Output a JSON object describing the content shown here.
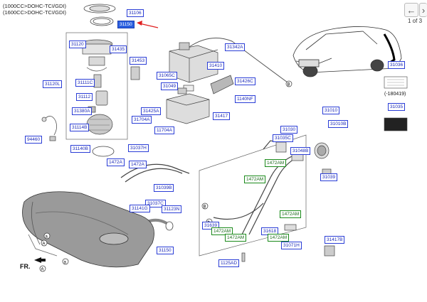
{
  "header": {
    "line1": "(1000CC>DOHC-TCI/GDI)",
    "line2": "(1600CC>DOHC-TCI/GDI)"
  },
  "nav": {
    "back_icon": "left-arrow-icon",
    "forward_icon": "right-arrow-icon",
    "page_indicator": "1 of 3"
  },
  "notes": {
    "date_code": "(-180419)"
  },
  "circle_labels": [
    "A",
    "A",
    "B",
    "B",
    "a",
    "a",
    "b"
  ],
  "fr_label": "FR.",
  "callouts": {
    "c31106": "31106",
    "c31150": "31150",
    "c31120": "31120",
    "c31435": "31435",
    "c31453": "31453",
    "c31065C": "31065C",
    "c31342A": "31342A",
    "c31410": "31410",
    "c31426C": "31426C",
    "c31049": "31049",
    "c1140NF": "1140NF",
    "c31425A": "31425A",
    "c31417": "31417",
    "c31120L": "31120L",
    "c31111C": "31111C",
    "c31112": "31112",
    "c31380A": "31380A",
    "c31114B": "31114B",
    "c94460": "94460",
    "c31704A": "31704A",
    "c1170A": "11704A",
    "c31140B": "31140B",
    "c31036": "31036",
    "c31035": "31035",
    "c31010": "31010",
    "c31010B": "31010B",
    "c31030": "31030",
    "c31035C": "31035C",
    "c31048B": "31048B",
    "c1472AM_1": "1472AM",
    "c1472AM_2": "1472AM",
    "c31037H": "31037H",
    "c1472A_1": "1472A",
    "c1472A_2": "1472A",
    "c31039": "31039",
    "c31039B": "31039B",
    "c31037C": "31037C",
    "c31123N": "31123N",
    "c31141G": "31141G",
    "c1472AM_3": "1472AM",
    "c31639": "31639",
    "c1472AM_4": "1472AM",
    "c1472AM_5": "1472AM",
    "c1472AM_6": "1472AM",
    "c31618": "31618",
    "c31071H": "31071H",
    "c31417B": "31417B",
    "c31150b": "31150",
    "c1125AD": "1125AD"
  }
}
